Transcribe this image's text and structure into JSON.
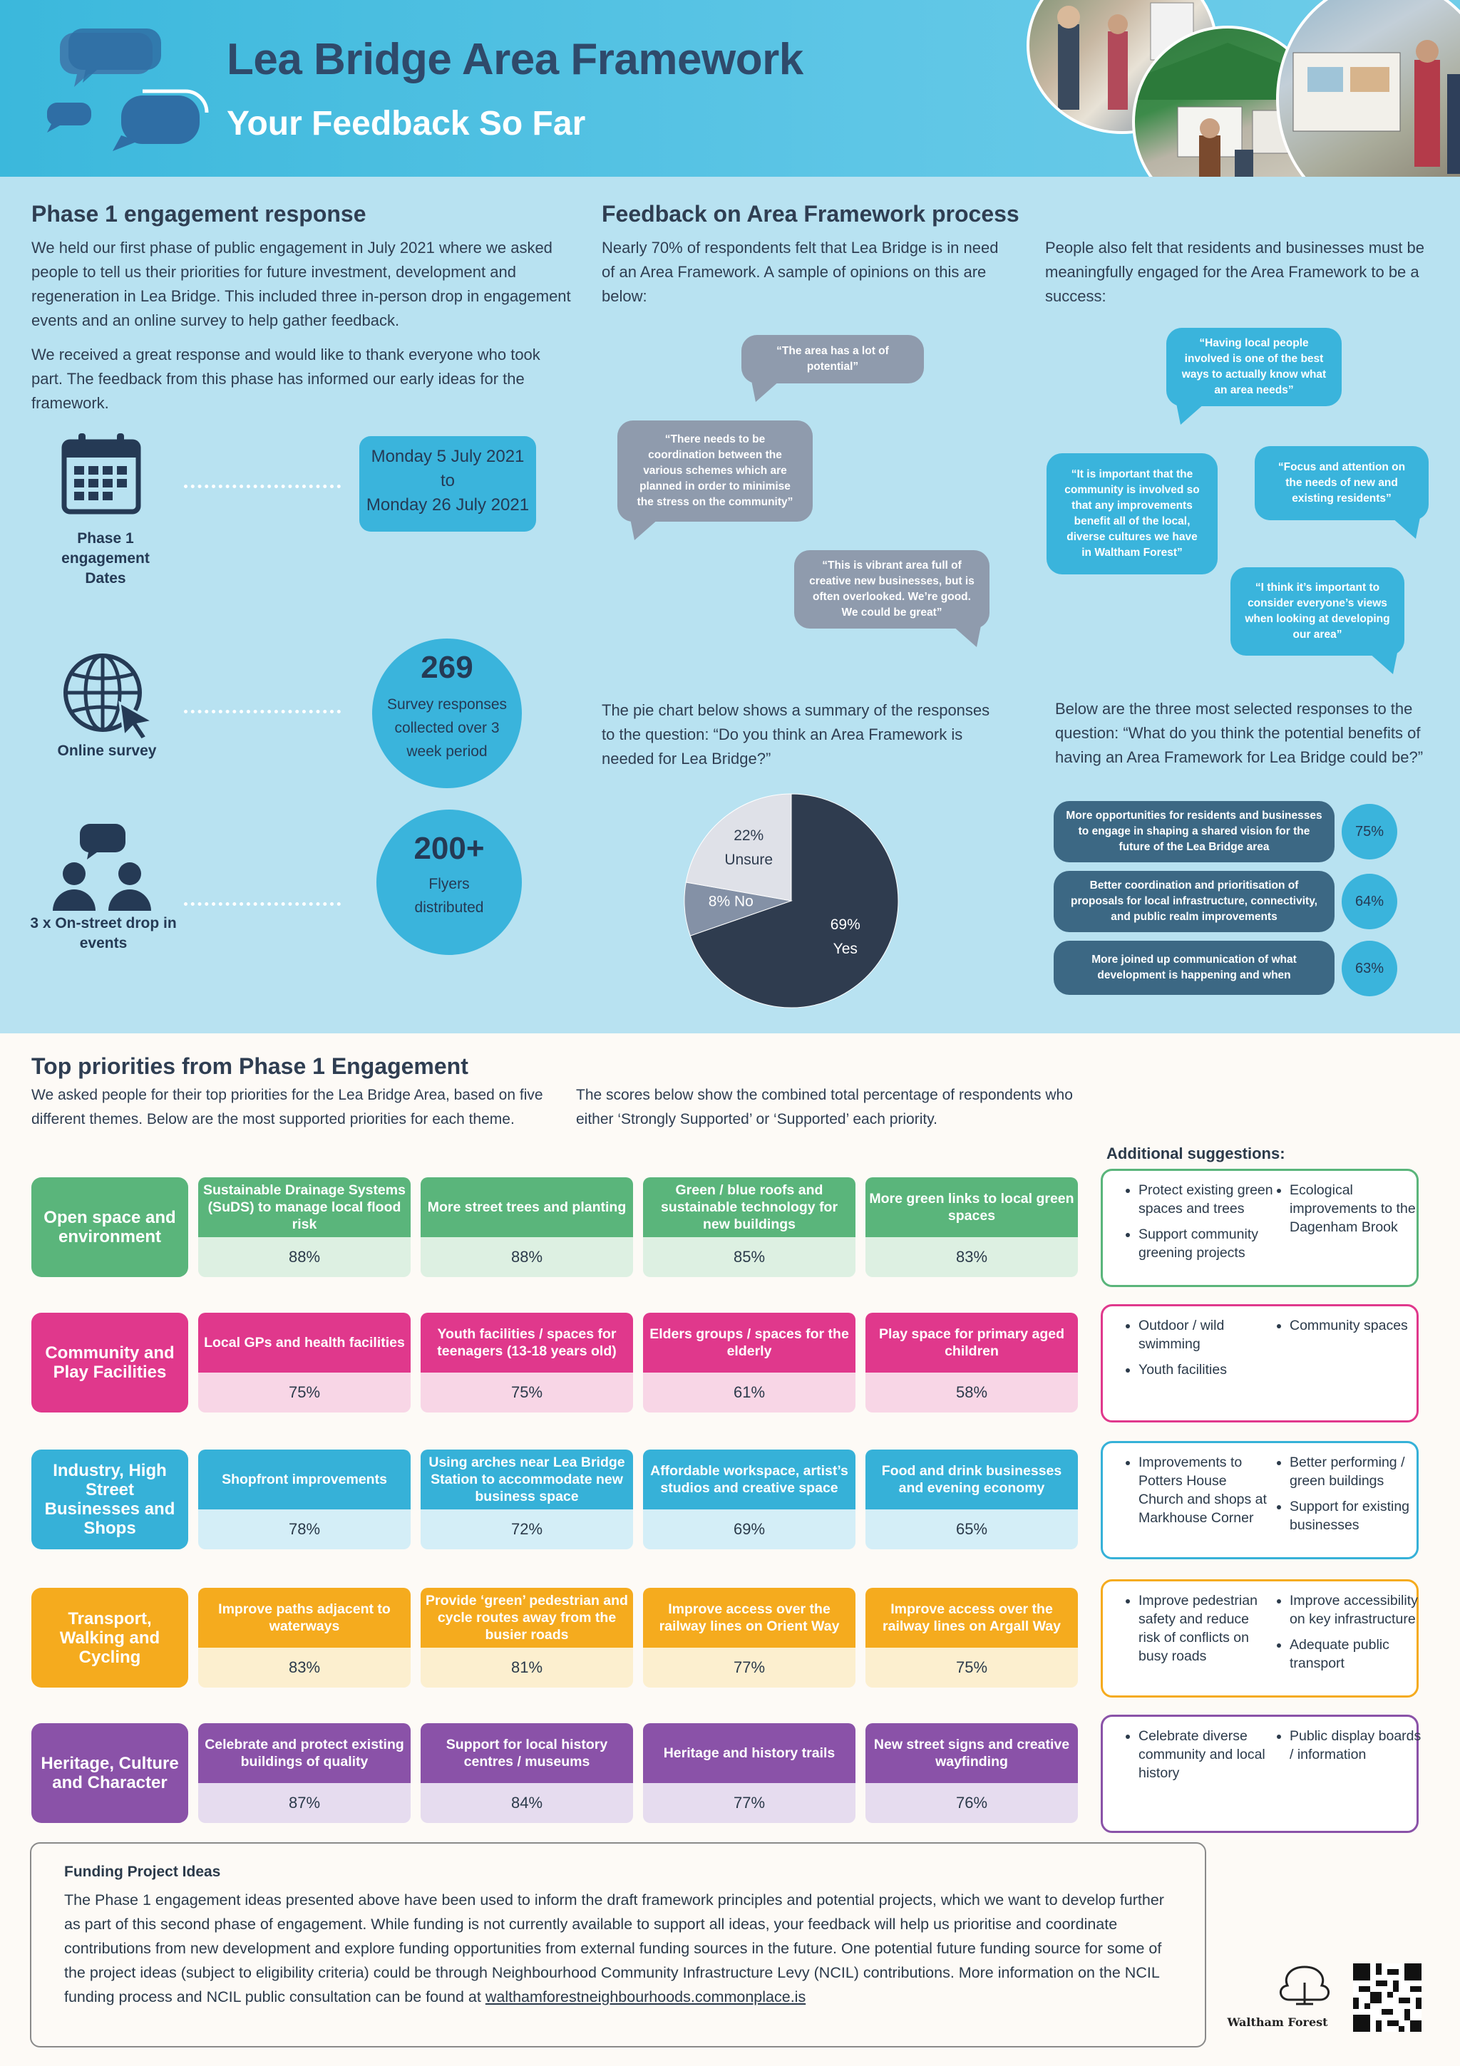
{
  "header": {
    "title": "Lea Bridge Area Framework",
    "subtitle": "Your Feedback So Far"
  },
  "phase1": {
    "heading": "Phase 1 engagement response",
    "para1": "We held our first phase of public engagement in July 2021 where we asked people to tell us their priorities for future investment, development and regeneration in Lea Bridge. This included three in-person drop in engagement events and an online survey to help gather feedback.",
    "para2": "We received a great response and would like to thank everyone who took part. The feedback from this phase has informed our early ideas for the framework.",
    "dates_label": "Phase 1 engagement Dates",
    "date_from": "Monday 5 July 2021",
    "date_to_word": "to",
    "date_to": "Monday 26 July 2021",
    "survey_label": "Online survey",
    "survey_count": "269",
    "survey_text": "Survey responses collected over 3 week period",
    "dropin_label": "3 x On-street drop in events",
    "flyers_count": "200+",
    "flyers_text": "Flyers distributed"
  },
  "process": {
    "heading": "Feedback on Area Framework process",
    "intro_left": "Nearly 70% of respondents felt that Lea Bridge is in need of an Area Framework. A sample of opinions on this are below:",
    "intro_right": "People also felt that residents and businesses must be meaningfully engaged for the Area Framework to be a success:",
    "quotes_grey": [
      "“The area has a lot of potential”",
      "“There needs to be coordination between the various schemes which are planned in order to minimise the stress on the community”",
      "“This is vibrant area full of creative new businesses, but is often overlooked. We’re good. We could be great”"
    ],
    "quotes_blue": [
      "“Having local people involved is one of the best ways to actually know what an area needs”",
      "“It is important that the community is involved so that any improvements benefit all of the local, diverse cultures we have in Waltham Forest”",
      "“Focus and attention on the needs of new and existing residents”",
      "“I think it’s important to consider everyone’s views when looking at developing our area”"
    ],
    "pie_intro": "The pie chart below shows a summary of the responses to the question: “Do you think an Area Framework is needed for Lea Bridge?”",
    "benefits_intro": "Below are the three most selected responses to the question: “What do you think the potential benefits of having an Area Framework for Lea Bridge could be?”",
    "benefits": [
      {
        "text": "More opportunities for residents and businesses to engage in shaping a shared vision for the future of the Lea Bridge area",
        "pct": "75%"
      },
      {
        "text": "Better coordination and prioritisation of proposals for local infrastructure, connectivity, and public realm improvements",
        "pct": "64%"
      },
      {
        "text": "More joined up communication of what development is happening and when",
        "pct": "63%"
      }
    ]
  },
  "chart_data": {
    "type": "pie",
    "categories": [
      "Yes",
      "No",
      "Unsure"
    ],
    "values": [
      69,
      8,
      22
    ],
    "labels": [
      "69%\nYes",
      "8% No",
      "22%\nUnsure"
    ],
    "colors": [
      "#2f3c4f",
      "#8491a6",
      "#dfe1e8"
    ]
  },
  "priorities": {
    "heading": "Top priorities from Phase 1 Engagement",
    "intro_left": "We asked people for their top priorities for the Lea Bridge Area, based on five different themes. Below are the most supported priorities for each theme.",
    "intro_right": "The scores below show the combined total percentage of respondents who either ‘Strongly Supported’ or ‘Supported’ each priority.",
    "additional_heading": "Additional suggestions:",
    "themes": [
      {
        "name": "Open space and environment",
        "color": "#5ab57b",
        "light": "#ddf0e2",
        "items": [
          {
            "label": "Sustainable Drainage Systems (SuDS) to manage local flood risk",
            "pct": "88%"
          },
          {
            "label": "More street trees and planting",
            "pct": "88%"
          },
          {
            "label": "Green / blue roofs and sustainable technology for new buildings",
            "pct": "85%"
          },
          {
            "label": "More green links to local green spaces",
            "pct": "83%"
          }
        ],
        "suggestions_left": [
          "Protect existing green spaces and trees",
          "Support community greening projects"
        ],
        "suggestions_right": [
          "Ecological improvements to the Dagenham Brook"
        ]
      },
      {
        "name": "Community and Play Facilities",
        "color": "#e0388c",
        "light": "#f8d6e6",
        "items": [
          {
            "label": "Local GPs and health facilities",
            "pct": "75%"
          },
          {
            "label": "Youth facilities / spaces for teenagers (13-18 years old)",
            "pct": "75%"
          },
          {
            "label": "Elders groups / spaces for the elderly",
            "pct": "61%"
          },
          {
            "label": "Play space for primary aged children",
            "pct": "58%"
          }
        ],
        "suggestions_left": [
          "Outdoor / wild swimming",
          "Youth facilities"
        ],
        "suggestions_right": [
          "Community spaces"
        ]
      },
      {
        "name": "Industry, High Street Businesses and Shops",
        "color": "#36b1d8",
        "light": "#d4eef7",
        "items": [
          {
            "label": "Shopfront improvements",
            "pct": "78%"
          },
          {
            "label": "Using arches near Lea Bridge Station to accommodate new business space",
            "pct": "72%"
          },
          {
            "label": "Affordable workspace, artist’s studios and creative space",
            "pct": "69%"
          },
          {
            "label": "Food and drink businesses and evening economy",
            "pct": "65%"
          }
        ],
        "suggestions_left": [
          "Improvements to Potters House Church and shops at Markhouse Corner"
        ],
        "suggestions_right": [
          "Better performing / green buildings",
          "Support for existing businesses"
        ]
      },
      {
        "name": "Transport, Walking and Cycling",
        "color": "#f5ab1e",
        "light": "#fcefcf",
        "items": [
          {
            "label": "Improve paths adjacent to waterways",
            "pct": "83%"
          },
          {
            "label": "Provide ‘green’ pedestrian and cycle routes away from the busier roads",
            "pct": "81%"
          },
          {
            "label": "Improve access over the railway lines on Orient Way",
            "pct": "77%"
          },
          {
            "label": "Improve access over the railway lines on Argall Way",
            "pct": "75%"
          }
        ],
        "suggestions_left": [
          "Improve pedestrian safety and reduce risk of conflicts on busy roads"
        ],
        "suggestions_right": [
          "Improve accessibility on key infrastructure",
          "Adequate public transport"
        ]
      },
      {
        "name": "Heritage, Culture and Character",
        "color": "#8a52a8",
        "light": "#e6dcef",
        "items": [
          {
            "label": "Celebrate and protect existing buildings of quality",
            "pct": "87%"
          },
          {
            "label": "Support for local history centres / museums",
            "pct": "84%"
          },
          {
            "label": "Heritage and history trails",
            "pct": "77%"
          },
          {
            "label": "New street signs and creative wayfinding",
            "pct": "76%"
          }
        ],
        "suggestions_left": [
          "Celebrate diverse community and local history"
        ],
        "suggestions_right": [
          "Public display boards / information"
        ]
      }
    ]
  },
  "funding": {
    "heading": "Funding Project Ideas",
    "text": "The Phase 1 engagement ideas presented above have been used to inform the draft framework principles and potential projects, which we want to develop further as part of this second phase of engagement. While funding is not currently available to support all ideas, your feedback will help us prioritise and coordinate contributions from new development and explore funding opportunities from external funding sources in the future. One potential future funding source for some of the project ideas (subject to eligibility criteria) could be through Neighbourhood Community Infrastructure Levy (NCIL) contributions. More information on the NCIL funding process and NCIL public consultation can be found at ",
    "link": "walthamforestneighbourhoods.commonplace.is"
  },
  "footer": {
    "logo_text": "Waltham Forest"
  }
}
